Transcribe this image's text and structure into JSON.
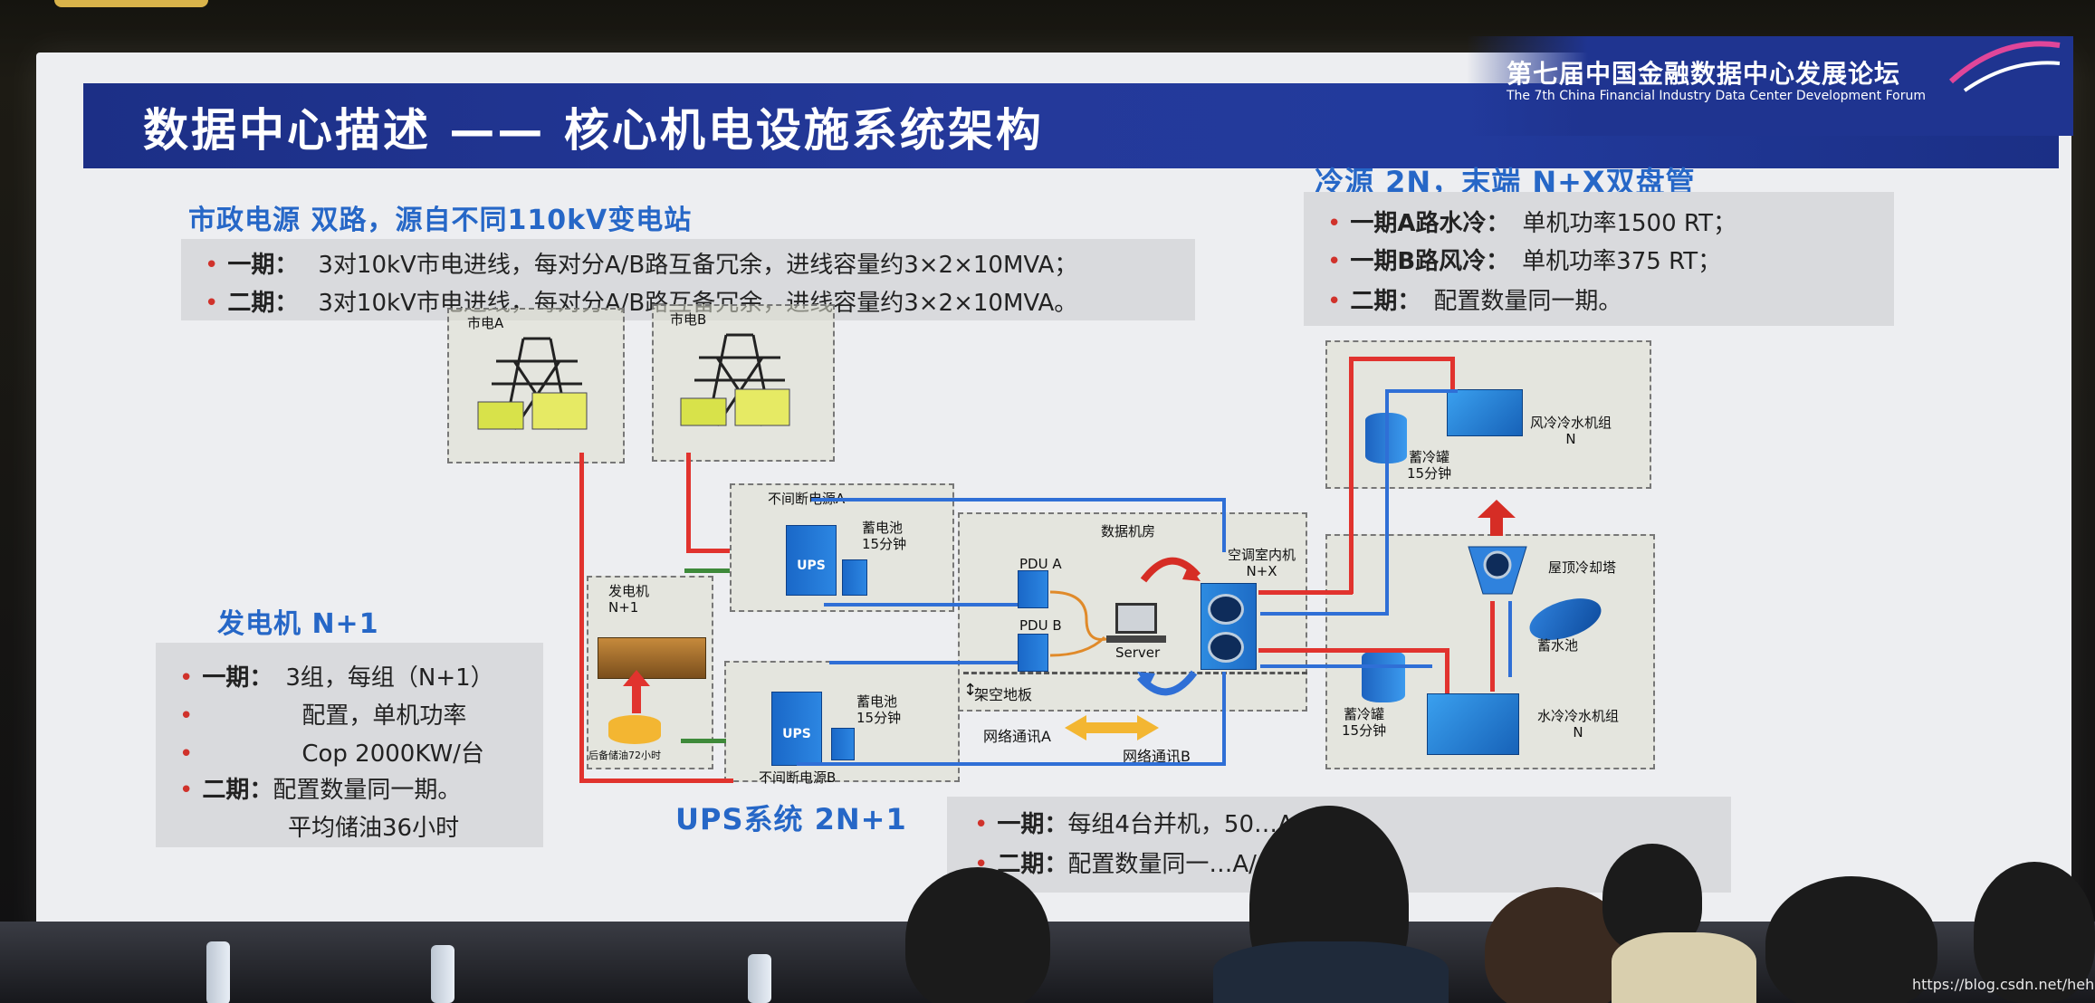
{
  "header": {
    "title": "数据中心描述 —— 核心机电设施系统架构",
    "forum_cn": "第七届中国金融数据中心发展论坛",
    "forum_en": "The 7th China Financial Industry Data Center Development Forum"
  },
  "power_section": {
    "title": "市政电源 双路，源自不同110kV变电站",
    "items": [
      {
        "label": "一期：",
        "text": "3对10kV市电进线，每对分A/B路互备冗余，进线容量约3×2×10MVA；"
      },
      {
        "label": "二期：",
        "text": "3对10kV市电进线，每对分A/B路互备冗余，进线容量约3×2×10MVA。"
      }
    ]
  },
  "cooling_section": {
    "title": "冷源 2N，末端 N+X双盘管",
    "items": [
      {
        "label": "一期A路水冷：",
        "text": "单机功率1500 RT；"
      },
      {
        "label": "一期B路风冷：",
        "text": "单机功率375 RT；"
      },
      {
        "label": "二期：",
        "text": "配置数量同一期。"
      }
    ]
  },
  "generator_section": {
    "title": "发电机 N+1",
    "items": [
      {
        "label": "一期：",
        "text": "3组，每组（N+1）"
      },
      {
        "label": "",
        "text": "配置，单机功率"
      },
      {
        "label": "",
        "text": "Cop 2000KW/台"
      },
      {
        "label": "二期：",
        "text": "配置数量同一期。"
      },
      {
        "label": "",
        "text": "平均储油36小时"
      }
    ]
  },
  "ups_section": {
    "title": "UPS系统 2N+1",
    "items": [
      {
        "label": "一期：",
        "text": "每组4台并机，50…A/台"
      },
      {
        "label": "二期：",
        "text": "配置数量同一…A/台"
      }
    ]
  },
  "diagram": {
    "grid_a": "市电A",
    "grid_b": "市电B",
    "ups_a": "不间断电源A",
    "ups_b": "不间断电源B",
    "battery_a": "蓄电池\n15分钟",
    "battery_b": "蓄电池\n15分钟",
    "ups_label": "UPS",
    "generator": "发电机\nN+1",
    "oil": "后备储油72小时",
    "data_room": "数据机房",
    "pdu_a": "PDU A",
    "pdu_b": "PDU B",
    "server": "Server",
    "raised_floor": "架空地板",
    "net_a": "网络通讯A",
    "net_b": "网络通讯B",
    "crac": "空调室内机\nN+X",
    "air_chiller": "风冷冷水机组\nN",
    "tank_top": "蓄冷罐\n15分钟",
    "tank_bottom": "蓄冷罐\n15分钟",
    "cooling_tower": "屋顶冷却塔",
    "pool": "蓄水池",
    "water_chiller": "水冷冷水机组\nN"
  },
  "watermark": "https://blog.csdn.net/hehuii",
  "colors": {
    "title_bar": "#1f3490",
    "section_title": "#2667c7",
    "bullet": "#d0322b",
    "red_line": "#e1332e",
    "blue_line": "#2f6fd6"
  }
}
